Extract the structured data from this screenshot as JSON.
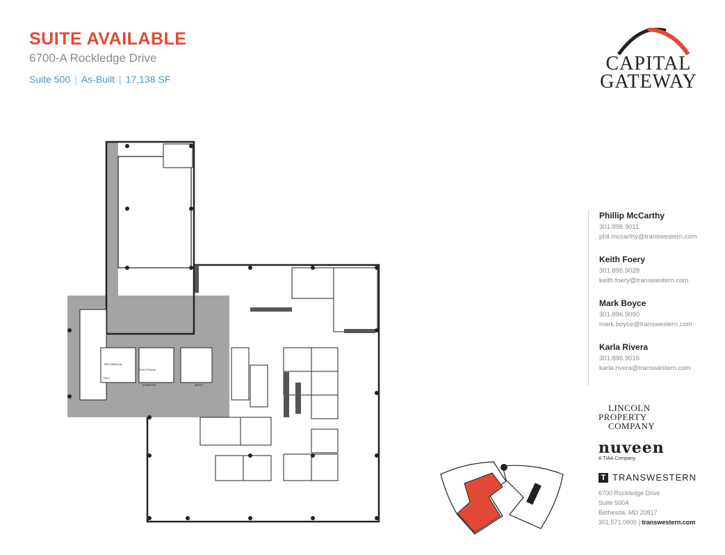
{
  "header": {
    "title": "SUITE AVAILABLE",
    "address": "6700-A Rockledge Drive",
    "details": [
      "Suite 500",
      "As-Built",
      "17,138 SF"
    ]
  },
  "logo": {
    "line1": "CAPITAL",
    "line2": "GATEWAY"
  },
  "contacts": [
    {
      "name": "Phillip McCarthy",
      "phone": "301.896.9011",
      "email": "phil.mccarthy@transwestern.com"
    },
    {
      "name": "Keith Foery",
      "phone": "301.896.9028",
      "email": "keith.foery@transwestern.com"
    },
    {
      "name": "Mark Boyce",
      "phone": "301.896.9090",
      "email": "mark.boyce@transwestern.com"
    },
    {
      "name": "Karla Rivera",
      "phone": "301.896.9016",
      "email": "karla.rivera@transwestern.com"
    }
  ],
  "partners": {
    "lincoln": [
      "LINCOLN",
      "PROPERTY",
      "COMPANY"
    ],
    "nuveen": "nuveen",
    "nuveen_sub": "A TIAA Company",
    "transwestern_name": "TRANSWESTERN",
    "transwestern_icon": "T",
    "address_lines": [
      "6700 Rockledge Drive",
      "Suite 500A",
      "Bethesda, MD 20817"
    ],
    "phone": "301.571.0900",
    "website": "transwestern.com"
  },
  "floorplan_labels": {
    "mechanical": "MECHANICAL",
    "electrical": "ELECTRICAL",
    "womens": "WOMEN'S",
    "mens": "MEN'S",
    "tele": "TELE"
  },
  "colors": {
    "accent_red": "#e04a35",
    "accent_blue": "#4c93c3",
    "core_gray": "#a0a0a0",
    "wall": "#222222"
  }
}
